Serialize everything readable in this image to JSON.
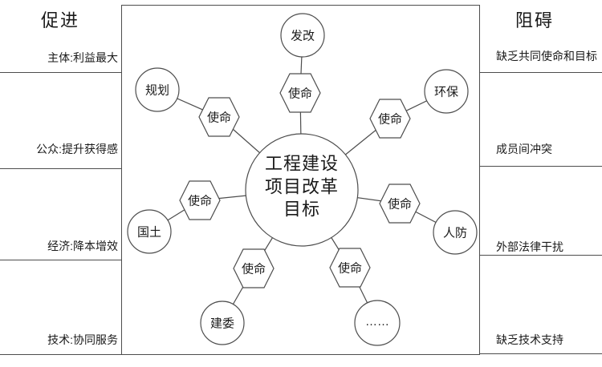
{
  "left_panel": {
    "title": "促进",
    "items": [
      {
        "label": "主体:利益最大"
      },
      {
        "label": "公众:提升获得感"
      },
      {
        "label": "经济:降本增效"
      },
      {
        "label": "技术:协同服务"
      }
    ]
  },
  "right_panel": {
    "title": "阻碍",
    "items": [
      {
        "label": "缺乏共同使命和目标"
      },
      {
        "label": "成员间冲突"
      },
      {
        "label": "外部法律干扰"
      },
      {
        "label": "缺乏技术支持"
      }
    ]
  },
  "diagram": {
    "center": {
      "line1": "工程建设",
      "line2": "项目改革",
      "line3": "目标"
    },
    "link_label": "使命",
    "nodes": [
      {
        "id": "fagai",
        "label": "发改"
      },
      {
        "id": "guihua",
        "label": "规划"
      },
      {
        "id": "huanbao",
        "label": "环保"
      },
      {
        "id": "guotu",
        "label": "国土"
      },
      {
        "id": "renfang",
        "label": "人防"
      },
      {
        "id": "jianwei",
        "label": "建委"
      },
      {
        "id": "ellipsis",
        "label": "……"
      }
    ]
  },
  "colors": {
    "stroke": "#4d4d4d",
    "text": "#1a1a1a",
    "background": "#ffffff"
  }
}
